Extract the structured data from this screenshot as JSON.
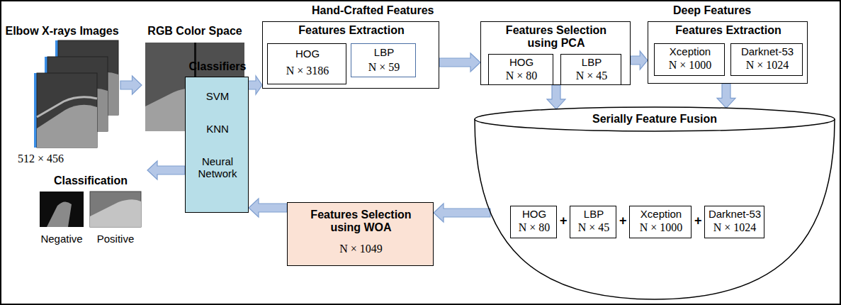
{
  "diagram": {
    "nodes": [
      {
        "text": [
          "Elbow X-rays Images",
          "512 × 456"
        ]
      },
      {
        "text": [
          "RGB Color Space"
        ]
      },
      {
        "text": [
          "Features Extraction"
        ]
      },
      {
        "text": [
          "HOG",
          "N × 3186"
        ],
        "in": 2
      },
      {
        "text": [
          "LBP",
          "N × 59"
        ],
        "in": 2
      },
      {
        "text": [
          "Features Selection using PCA"
        ]
      },
      {
        "text": [
          "HOG",
          "N × 80"
        ],
        "in": 5
      },
      {
        "text": [
          "LBP",
          "N × 45"
        ],
        "in": 5
      },
      {
        "text": [
          "Features Extraction"
        ]
      },
      {
        "text": [
          "Xception",
          "N × 1000"
        ],
        "in": 8
      },
      {
        "text": [
          "Darknet-53",
          "N × 1024"
        ],
        "in": 8
      },
      {
        "text": [
          "Serially Feature Fusion"
        ]
      },
      {
        "text": [
          "HOG",
          "N × 80"
        ],
        "in": 11
      },
      {
        "text": [
          "LBP",
          "N × 45"
        ],
        "in": 11
      },
      {
        "text": [
          "Xception",
          "N × 1000"
        ],
        "in": 11
      },
      {
        "text": [
          "Darknet-53",
          "N × 1024"
        ],
        "in": 11
      },
      {
        "text": [
          "Features Selection using WOA",
          "N × 1049"
        ]
      },
      {
        "text": [
          "Classifiers",
          "SVM",
          "KNN",
          "Neural Network"
        ]
      },
      {
        "text": [
          "Classification",
          "Negative",
          "Positive"
        ]
      }
    ],
    "edges": [
      {
        "from": 0,
        "to": 1,
        "arrow": "to"
      },
      {
        "from": 1,
        "to": 2,
        "arrow": "to"
      },
      {
        "from": 2,
        "to": 5,
        "arrow": "to"
      },
      {
        "from": 5,
        "to": 8,
        "arrow": "to"
      },
      {
        "from": 5,
        "to": 11,
        "arrow": "to"
      },
      {
        "from": 8,
        "to": 11,
        "arrow": "to"
      },
      {
        "from": 11,
        "to": 16,
        "arrow": "to"
      },
      {
        "from": 16,
        "to": 17,
        "arrow": "to"
      },
      {
        "from": 17,
        "to": 18,
        "arrow": "to"
      }
    ],
    "labels": [
      "Hand-Crafted Features",
      "Deep Features",
      "+",
      "+",
      "+"
    ]
  }
}
